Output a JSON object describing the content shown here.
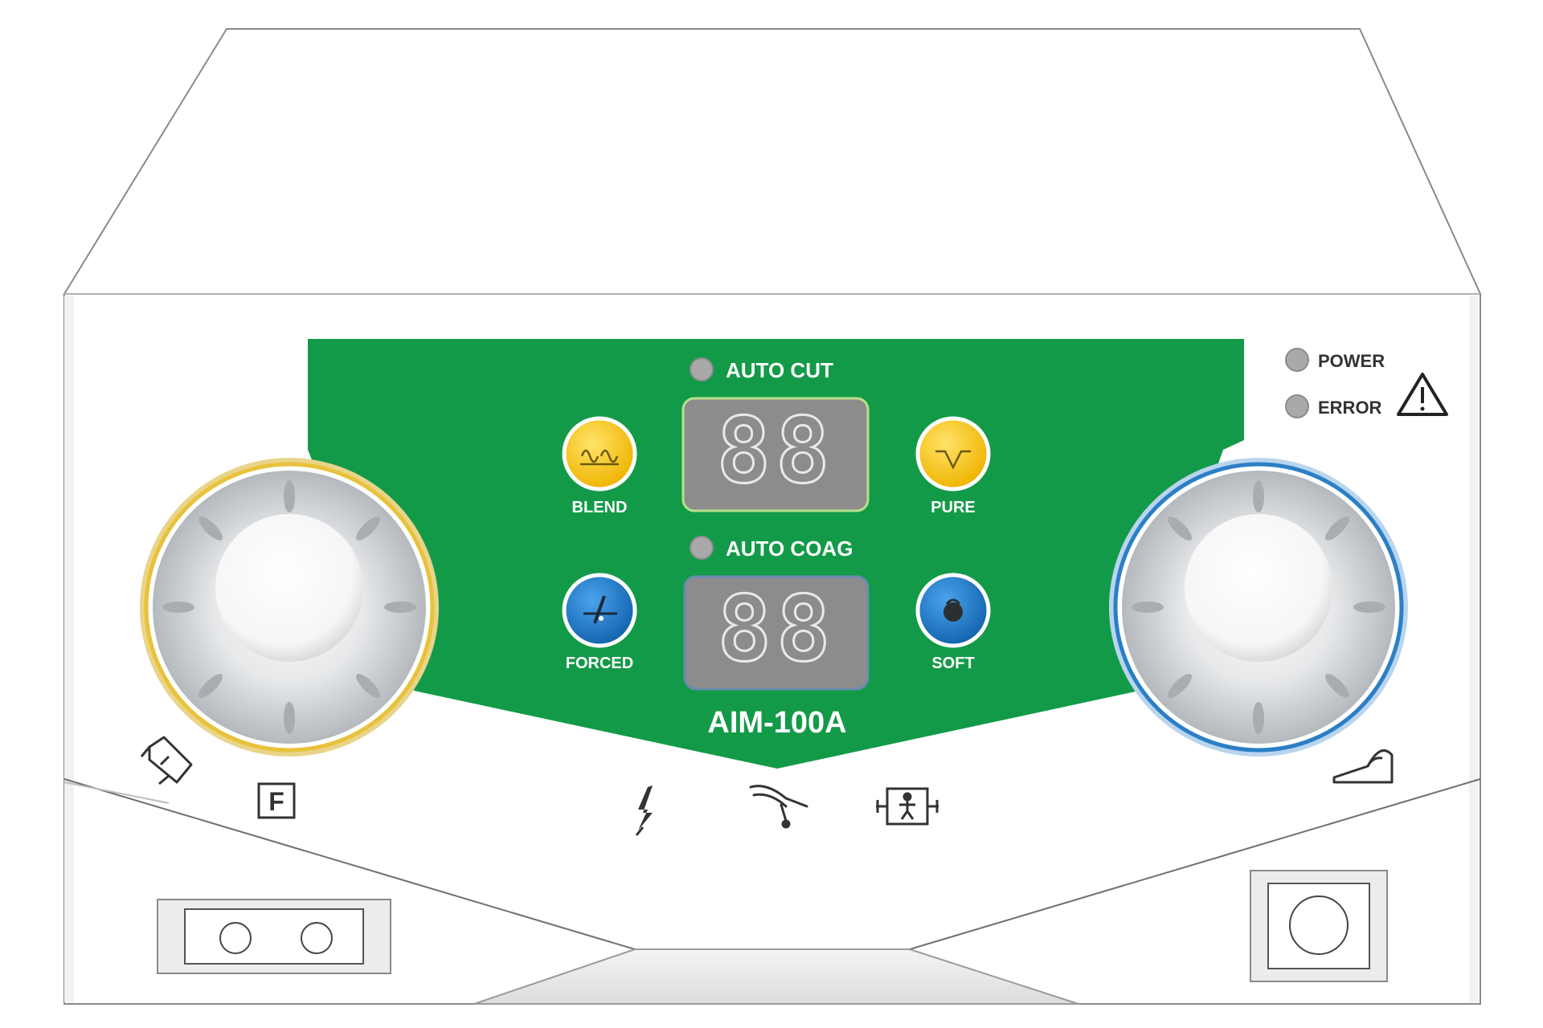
{
  "device": {
    "model": "AIM-100A"
  },
  "indicators": {
    "auto_cut": "AUTO CUT",
    "auto_coag": "AUTO COAG",
    "power": "POWER",
    "error": "ERROR"
  },
  "displays": {
    "cut_value": "88",
    "coag_value": "88"
  },
  "cut_modes": {
    "blend": "BLEND",
    "pure": "PURE"
  },
  "coag_modes": {
    "forced": "FORCED",
    "soft": "SOFT"
  },
  "labels": {
    "float_marker": "F"
  },
  "icons": {
    "blend": "blend-wave-icon",
    "pure": "pure-wave-icon",
    "forced": "forced-coag-icon",
    "soft": "soft-coag-icon",
    "warning": "warning-triangle-icon",
    "handpiece": "monopolar-handpiece-icon",
    "foot_pedal": "foot-pedal-icon",
    "lightning": "lightning-icon",
    "pencil": "electrode-pencil-icon",
    "patient": "patient-bf-icon"
  },
  "colors": {
    "panel_green": "#139a48",
    "cut_knob_ring": "#e8c23a",
    "coag_knob_ring": "#2b7fc6",
    "cut_button": "#f4c518",
    "coag_button": "#1e79c9",
    "display_bg": "#8c8c8c",
    "led_off": "#a9a9a9"
  }
}
